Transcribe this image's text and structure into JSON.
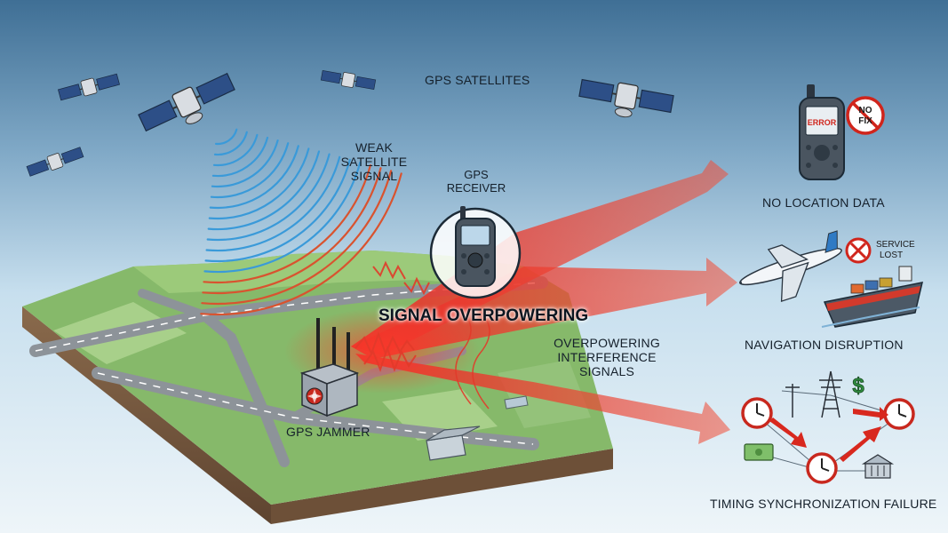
{
  "labels": {
    "gps_satellites": "GPS SATELLITES",
    "weak_signal": [
      "WEAK",
      "SATELLITE",
      "SIGNAL"
    ],
    "gps_receiver": [
      "GPS",
      "RECEIVER"
    ],
    "signal_overpowering": "SIGNAL OVERPOWERING",
    "interference": [
      "OVERPOWERING",
      "INTERFERENCE",
      "SIGNALS"
    ],
    "gps_jammer": "GPS JAMMER"
  },
  "effects": {
    "no_location": "NO LOCATION DATA",
    "navigation": "NAVIGATION DISRUPTION",
    "timing": "TIMING SYNCHRONIZATION FAILURE"
  },
  "badges": {
    "error": "ERROR",
    "no_fix": [
      "NO",
      "FIX"
    ],
    "service_lost": [
      "SERVICE",
      "LOST"
    ],
    "dollar": "$"
  },
  "colors": {
    "sky_top": "#3f6f95",
    "signal_wave": "#3a9ad9",
    "jamming": "#e8302a",
    "ground": "#86b96a",
    "road": "#8d9399"
  },
  "icons": [
    "satellite-icon",
    "gps-receiver-icon",
    "jammer-icon",
    "airplane-icon",
    "ship-icon",
    "clock-icon",
    "power-tower-icon",
    "bank-icon",
    "cash-icon"
  ]
}
